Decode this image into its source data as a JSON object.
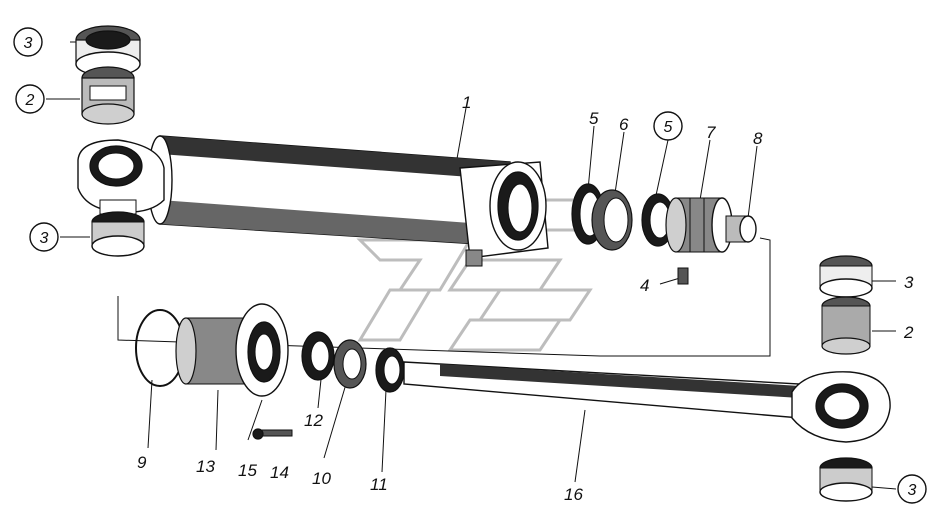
{
  "diagram": {
    "callouts": {
      "c1": "1",
      "c2a": "2",
      "c2b": "2",
      "c3a": "3",
      "c3b": "3",
      "c3c": "3",
      "c3d": "3",
      "c4": "4",
      "c5a": "5",
      "c5b": "5",
      "c6": "6",
      "c7": "7",
      "c8": "8",
      "c9": "9",
      "c10": "10",
      "c11": "11",
      "c12": "12",
      "c13": "13",
      "c14": "14",
      "c15": "15",
      "c16": "16"
    }
  }
}
